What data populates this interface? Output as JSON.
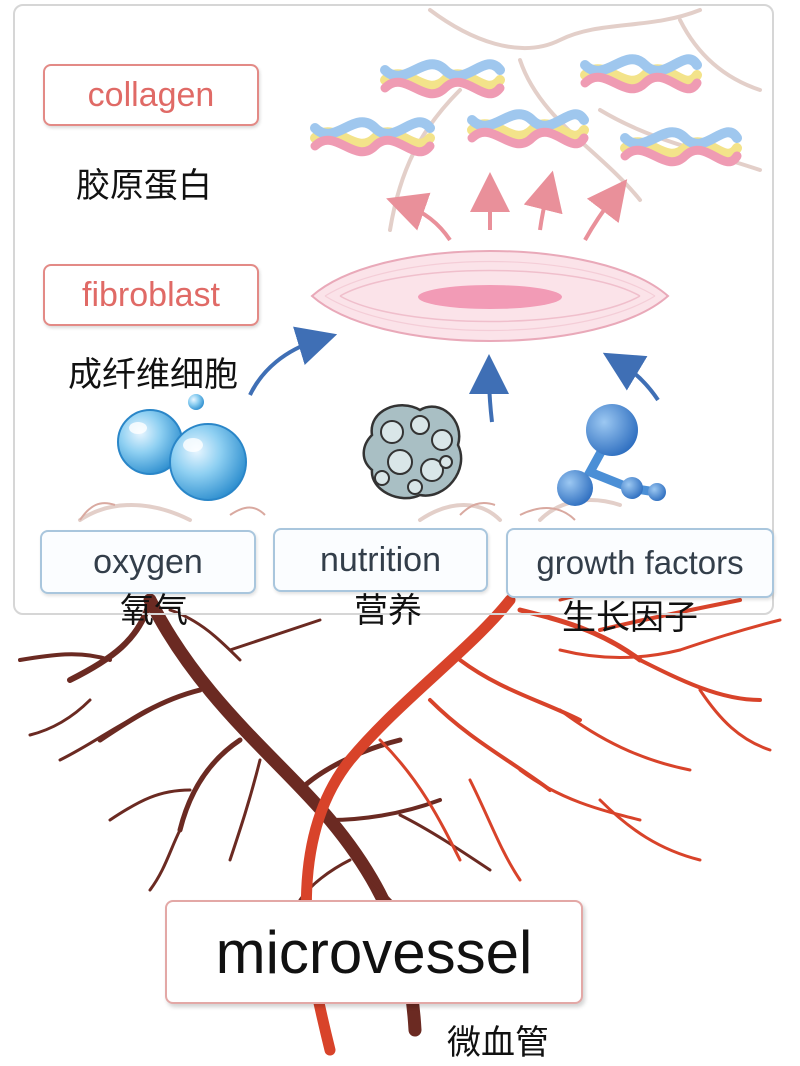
{
  "labels": {
    "collagen": "collagen",
    "collagen_cn": "胶原蛋白",
    "fibroblast": "fibroblast",
    "fibroblast_cn": "成纤维细胞",
    "oxygen": "oxygen",
    "oxygen_cn": "氧气",
    "nutrition": "nutrition",
    "nutrition_cn": "营养",
    "growth_factors": "growth factors",
    "growth_factors_cn": "生长因子",
    "microvessel": "microvessel",
    "microvessel_cn": "微血管"
  },
  "colors": {
    "label_red": "#e06a66",
    "label_blue_border": "#a9c6dd",
    "arrow_pink": "#e9909a",
    "arrow_blue": "#3f6fb5",
    "vessel_dark": "#6b2a22",
    "vessel_red": "#d8432a",
    "molecule_blue": "#4b8fd6",
    "fibroblast_pink": "#f6c8d2"
  }
}
